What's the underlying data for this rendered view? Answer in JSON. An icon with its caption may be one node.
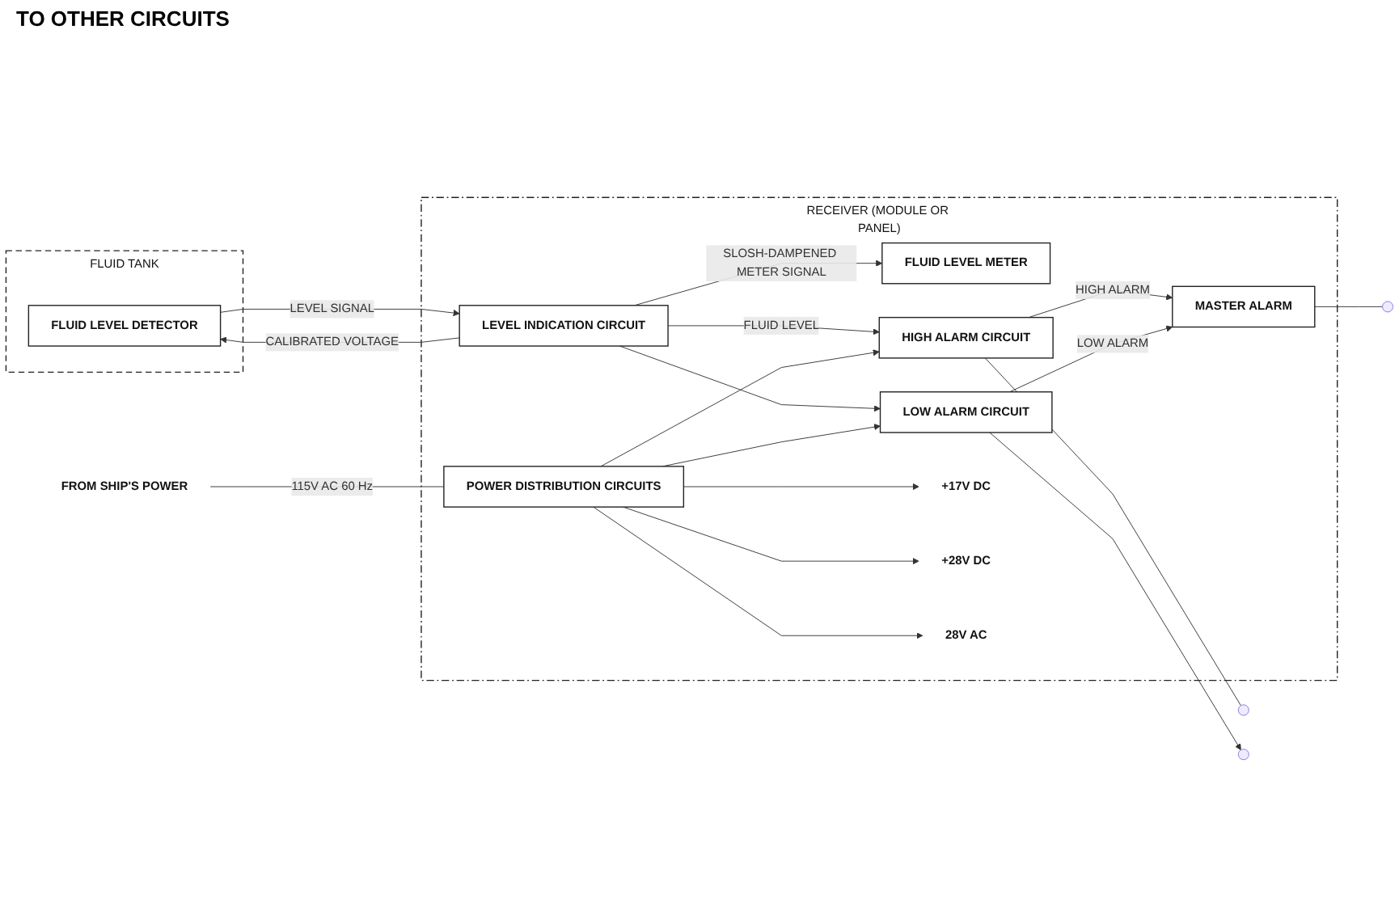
{
  "diagram": {
    "nodes": [
      {
        "text": [
          "RECEIVER (MODULE OR PANEL)"
        ]
      },
      {
        "text": [
          "FLUID TANK"
        ]
      },
      {
        "text": [
          "FLUID LEVEL DETECTOR"
        ],
        "in": 1
      },
      {
        "text": [
          "LEVEL INDICATION CIRCUIT"
        ],
        "in": 0
      },
      {
        "text": [
          "FLUID LEVEL METER"
        ],
        "in": 0
      },
      {
        "text": [
          "HIGH ALARM CIRCUIT"
        ],
        "in": 0
      },
      {
        "text": [
          "MASTER ALARM"
        ],
        "in": 0
      },
      {
        "text": [
          "POWER DISTRIBUTION CIRCUITS"
        ],
        "in": 0
      },
      {
        "text": [
          "LOW ALARM CIRCUIT"
        ],
        "in": 0
      },
      {
        "text": [
          "FROM SHIP'S POWER"
        ]
      },
      {
        "text": [
          "+17V DC"
        ],
        "in": 0
      },
      {
        "text": [
          "+28V DC"
        ],
        "in": 0
      },
      {
        "text": [
          "28V AC"
        ],
        "in": 0
      }
    ],
    "edges": [
      {
        "from": 2,
        "to": 3,
        "arrow": "to",
        "label": "LEVEL SIGNAL"
      },
      {
        "from": 3,
        "to": 2,
        "arrow": "to",
        "label": "CALIBRATED VOLTAGE"
      },
      {
        "from": 3,
        "to": 4,
        "arrow": "to",
        "label": "SLOSH-DAMPENED METER SIGNAL"
      },
      {
        "from": 3,
        "to": 5,
        "arrow": "to",
        "label": "FLUID LEVEL"
      },
      {
        "from": 3,
        "to": 8,
        "arrow": "to"
      },
      {
        "from": 9,
        "to": 7,
        "arrow": "none",
        "label": "115V AC 60 Hz"
      },
      {
        "from": 7,
        "to": 10,
        "arrow": "to"
      },
      {
        "from": 7,
        "to": 11,
        "arrow": "to"
      },
      {
        "from": 7,
        "to": 12,
        "arrow": "to"
      },
      {
        "from": 7,
        "to": 5,
        "arrow": "to"
      },
      {
        "from": 7,
        "to": 8,
        "arrow": "to"
      },
      {
        "from": 5,
        "to": 6,
        "arrow": "to",
        "label": "HIGH ALARM"
      },
      {
        "from": 5,
        "to": null,
        "arrow": "none"
      },
      {
        "from": 8,
        "to": 6,
        "arrow": "to",
        "label": "LOW ALARM"
      },
      {
        "from": 8,
        "to": null,
        "arrow": "to"
      },
      {
        "from": 6,
        "to": null,
        "arrow": "none"
      }
    ],
    "labels": [
      "TO OTHER CIRCUITS"
    ]
  }
}
